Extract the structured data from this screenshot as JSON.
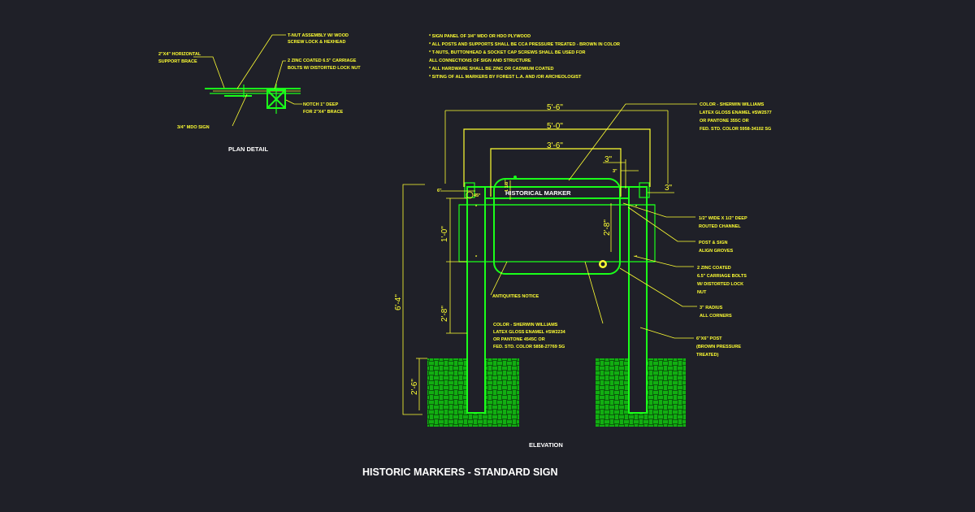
{
  "title": "HISTORIC MARKERS - STANDARD SIGN",
  "plan": {
    "caption": "PLAN DETAIL",
    "notes": {
      "t_nut_1": "T-NUT ASSEMBLY W/ WOOD",
      "t_nut_2": "SCREW LOCK & HEXHEAD",
      "brace_1": "2\"X4\" HORIZONTAL",
      "brace_2": "SUPPORT BRACE",
      "bolts_1": "2 ZINC COATED 6.5\" CARRIAGE",
      "bolts_2": "BOLTS W/ DISTORTED LOCK NUT",
      "notch_1": "NOTCH 1\" DEEP",
      "notch_2": "FOR 2\"X4\" BRACE",
      "mdo": "3/4\" MDO SIGN"
    }
  },
  "general_notes": [
    "* SIGN PANEL OF 3/4\" MDO OR HDO PLYWOOD",
    "* ALL POSTS AND SUPPORTS SHALL BE CCA PRESSURE TREATED - BROWN IN COLOR",
    "* T-NUTS, BUTTONHEAD & SOCKET CAP SCREWS SHALL BE USED FOR",
    "  ALL CONNECTIONS OF SIGN AND STRUCTURE",
    "* ALL HARDWARE SHALL BE ZINC OR CADMIUM COATED",
    "* SITING OF ALL MARKERS BY FOREST L.A. AND /OR ARCHEOLOGIST"
  ],
  "elevation": {
    "caption": "ELEVATION",
    "sign_label": "HISTORICAL MARKER",
    "dims": {
      "w1": "5'-6\"",
      "w2": "5'-0\"",
      "w3": "3'-6\"",
      "d3a": "3\"",
      "d3b": "3\"",
      "d3c": "3\"",
      "d6": "6\"",
      "d45": "45°",
      "d118": "1 1/8\"",
      "h10": "1'-0\"",
      "h28s": "2'-8\"",
      "h64": "6'-4\"",
      "h28": "2'-8\"",
      "h26": "2'-6\""
    },
    "notes": {
      "color_top_1": "COLOR - SHERWIN WILLIAMS",
      "color_top_2": "LATEX GLOSS ENAMEL #SW2577",
      "color_top_3": "OR PANTONE 355C OR",
      "color_top_4": "FED. STD. COLOR 5958-34102 SG",
      "channel_1": "1/2\" WIDE X 1/2\" DEEP",
      "channel_2": "ROUTED CHANNEL",
      "align_1": "POST & SIGN",
      "align_2": "ALIGN GROVES",
      "zinc_1": "2 ZINC COATED",
      "zinc_2": "6.5\" CARRIAGE BOLTS",
      "zinc_3": "W/ DISTORTED LOCK",
      "zinc_4": "NUT",
      "radius_1": "3\" RADIUS",
      "radius_2": "ALL CORNERS",
      "post_1": "6\"X6\" POST",
      "post_2": "(BROWN PRESSURE",
      "post_3": "TREATED)",
      "antiq": "ANTIQUITIES NOTICE",
      "color_low_1": "COLOR - SHERWIN WILLIAMS",
      "color_low_2": "LATEX GLOSS ENAMEL #SW2234",
      "color_low_3": "OR PANTONE 4545C OR",
      "color_low_4": "FED. STD. COLOR 5858-27769 SG"
    }
  },
  "colors": {
    "background": "#1f2028",
    "linework": "#1aff1a",
    "annotation": "#ffff33",
    "text": "#ffffff"
  }
}
